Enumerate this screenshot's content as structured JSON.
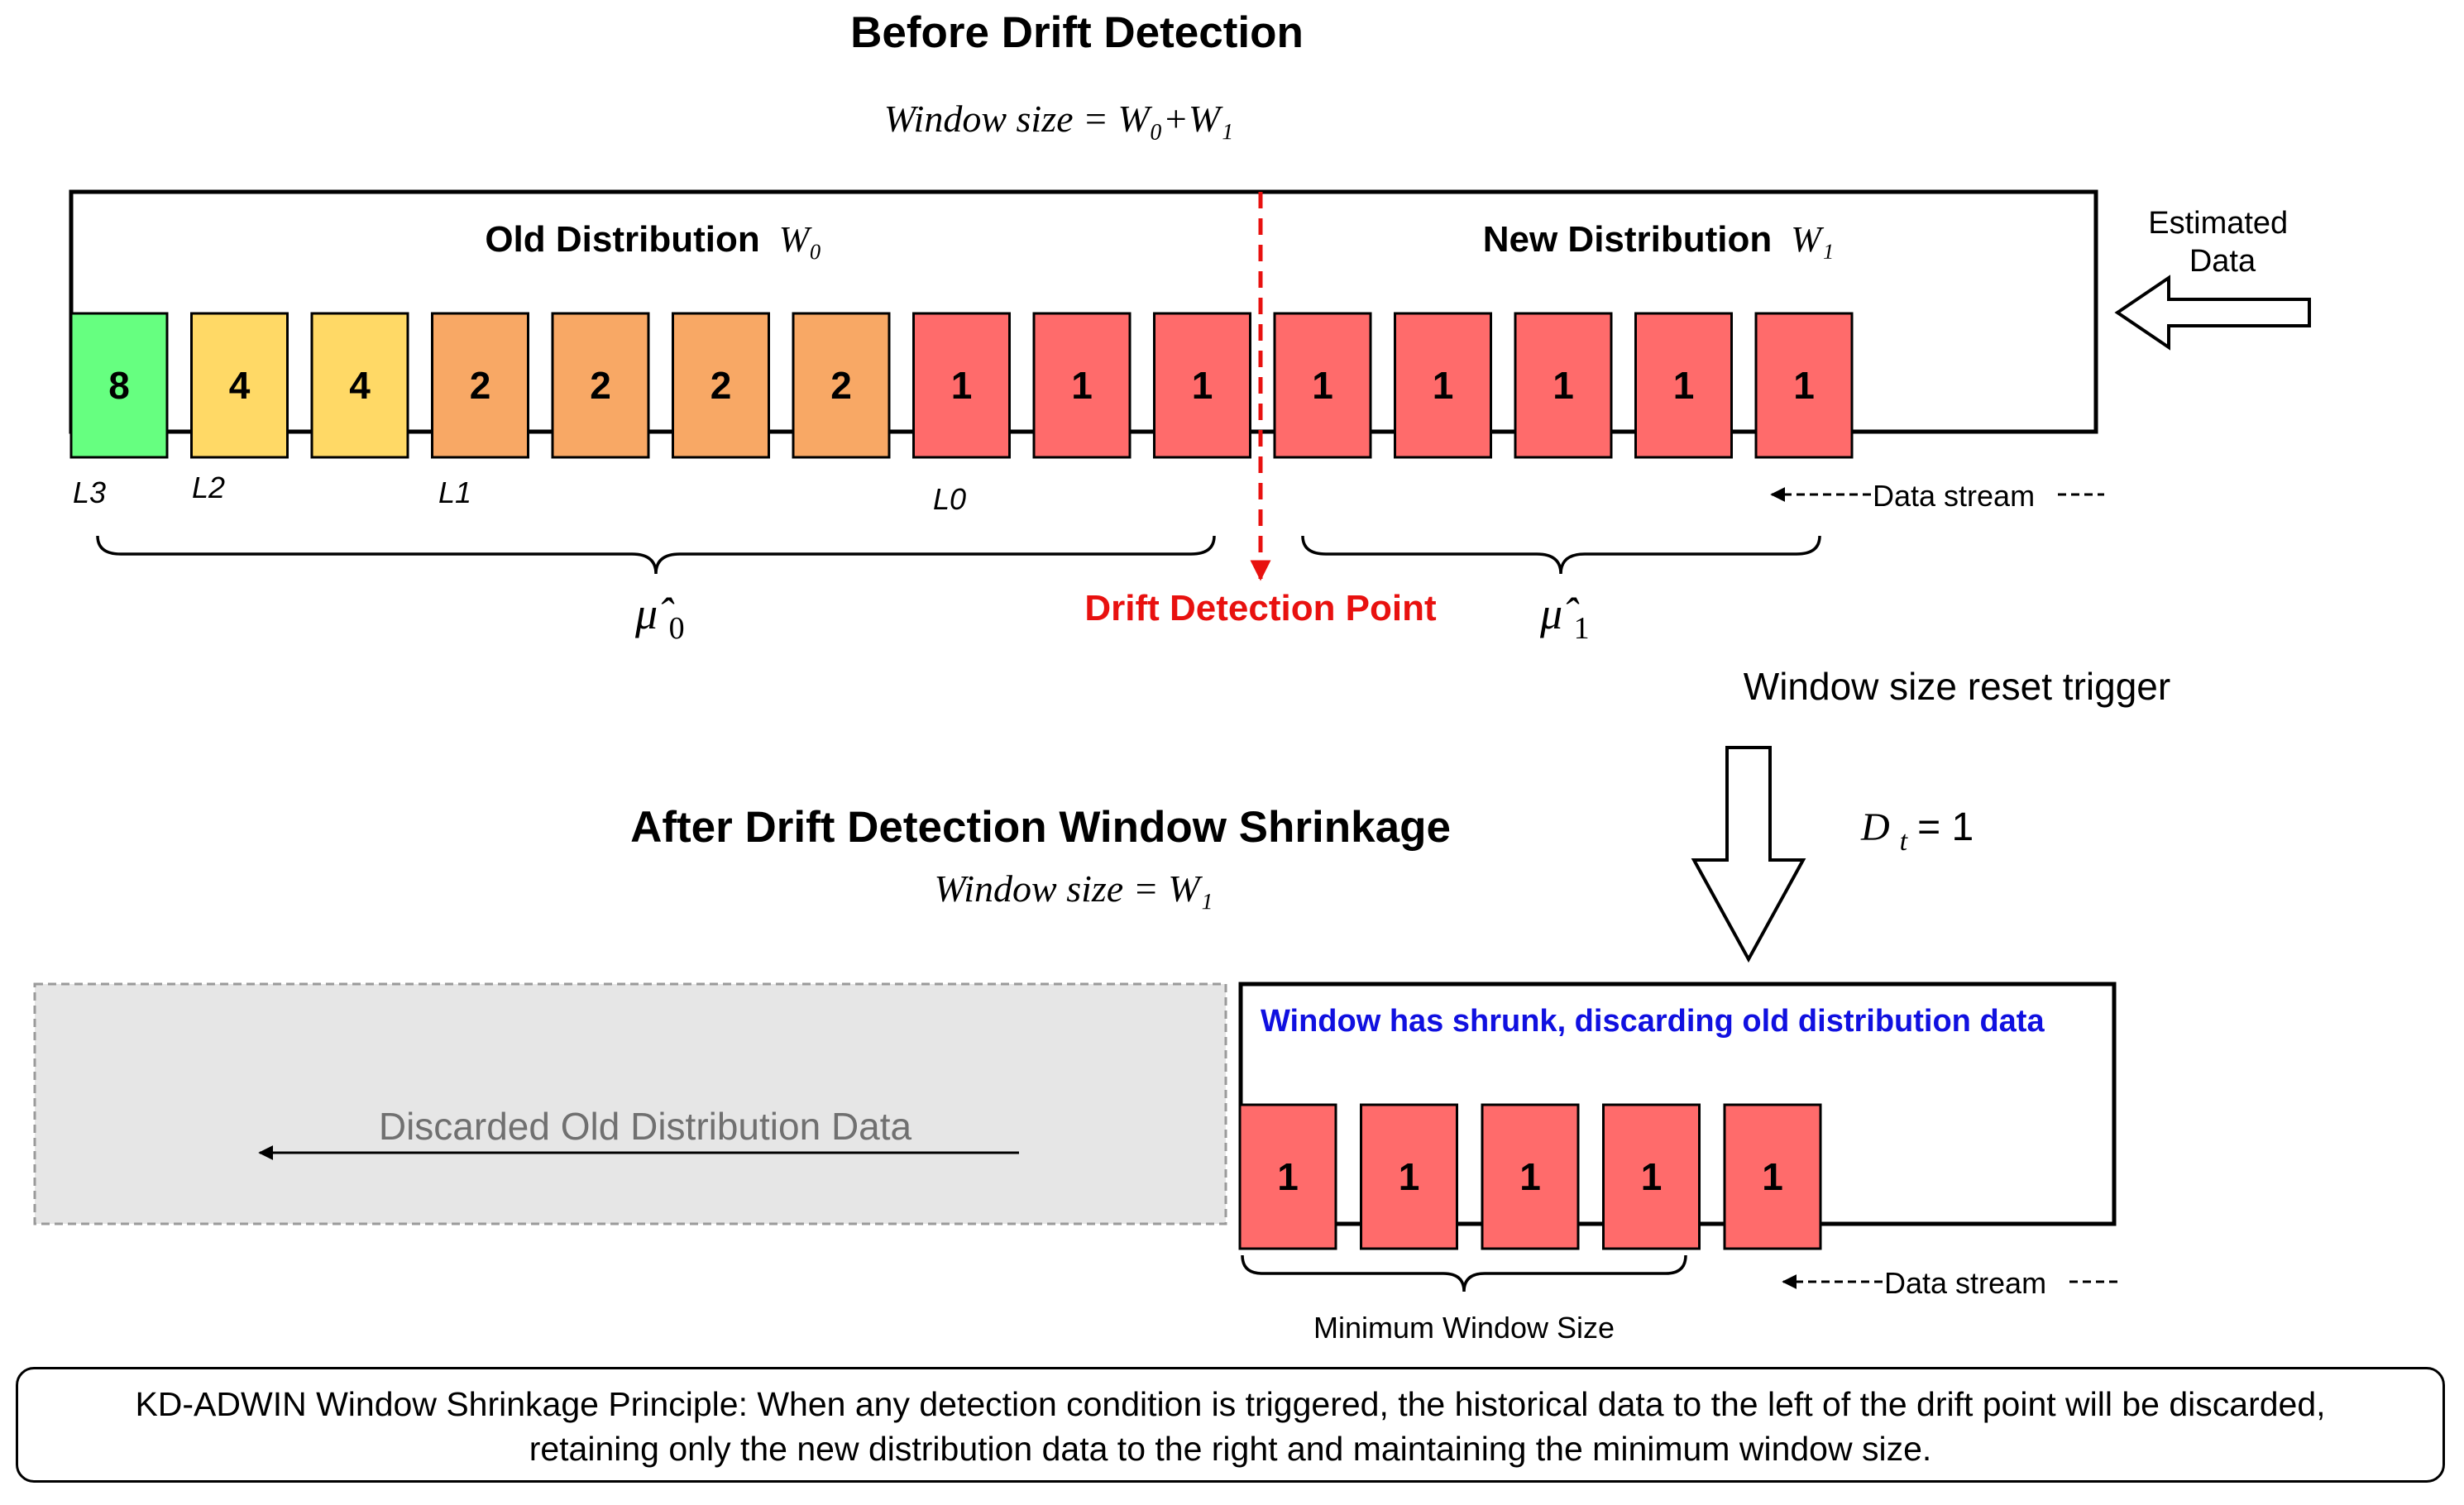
{
  "top": {
    "title": "Before Drift Detection",
    "window_size_label": "Window size =  W₀+W₁",
    "old_dist_label": "Old Distribution",
    "old_dist_symbol": "W₀",
    "new_dist_label": "New Distribution",
    "new_dist_symbol": "W₁",
    "estimated_data_line1": "Estimated",
    "estimated_data_line2": "Data",
    "cells": [
      "8",
      "4",
      "4",
      "2",
      "2",
      "2",
      "2",
      "1",
      "1",
      "1",
      "1",
      "1",
      "1",
      "1",
      "1"
    ],
    "level_labels": [
      "L3",
      "L2",
      "L1",
      "L0"
    ],
    "data_stream_label": "Data stream",
    "mu0_label": "μ̂",
    "mu0_sub": "0",
    "mu1_label": "μ̂",
    "mu1_sub": "1",
    "drift_point_label": "Drift Detection Point"
  },
  "middle": {
    "reset_trigger_label": "Window size reset trigger",
    "dt_symbol": "D",
    "dt_sub": "t",
    "dt_value": " = 1"
  },
  "bottom": {
    "title": "After Drift Detection Window Shrinkage",
    "window_size_label": "Window size =  W₁",
    "discarded_label": "Discarded Old Distribution Data",
    "shrunk_label": "Window has shrunk, discarding old distribution data",
    "cells": [
      "1",
      "1",
      "1",
      "1",
      "1"
    ],
    "data_stream_label": "Data stream",
    "min_window_label": "Minimum Window Size"
  },
  "note": {
    "line1": "KD-ADWIN Window Shrinkage Principle: When any detection condition is triggered, the historical data to the left of the drift point will be discarded,",
    "line2": "retaining only the new distribution data to the right  and maintaining the minimum window size."
  },
  "colors": {
    "level3": "#66ff80",
    "level2": "#ffd966",
    "level1": "#f8a865",
    "level0": "#ff6b6b",
    "drift": "#e8110f",
    "shrunk_text": "#1010e0",
    "discarded_bg": "#e6e6e6",
    "discarded_text": "#707070"
  }
}
